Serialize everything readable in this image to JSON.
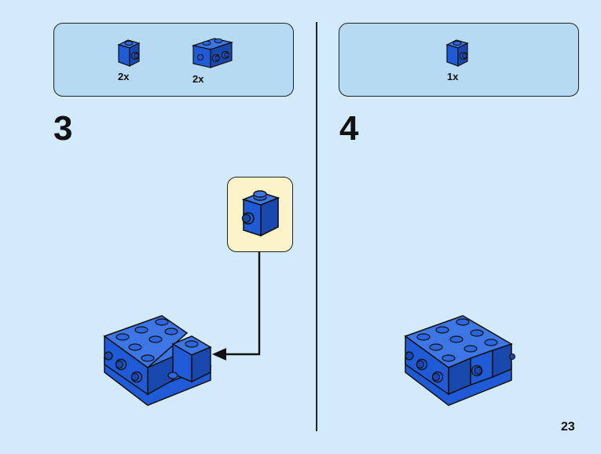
{
  "colors": {
    "background": "#d3eafa",
    "parts_box": "#b7daf3",
    "callout": "#fdf3c8",
    "brick_blue": "#1f5bd6"
  },
  "steps": [
    {
      "number": "3",
      "parts": [
        {
          "qty": "2x",
          "icon": "brick-1x1-side-stud-icon"
        },
        {
          "qty": "2x",
          "icon": "brick-1x2-side-studs-icon"
        }
      ]
    },
    {
      "number": "4",
      "parts": [
        {
          "qty": "1x",
          "icon": "brick-1x1-side-stud-icon"
        }
      ]
    }
  ],
  "page_number": "23"
}
